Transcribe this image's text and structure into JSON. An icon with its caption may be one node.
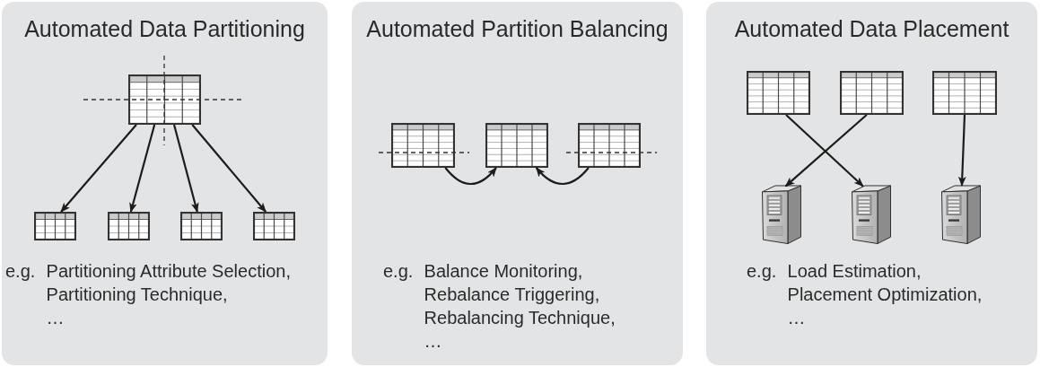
{
  "diagram": {
    "nodes": [
      {
        "text": [
          "Automated Data Partitioning",
          "e.g. Partitioning Attribute Selection, Partitioning Technique, …"
        ]
      },
      {
        "text": [],
        "shape": "table",
        "in": 0
      },
      {
        "text": [],
        "shape": "table",
        "in": 0
      },
      {
        "text": [],
        "shape": "table",
        "in": 0
      },
      {
        "text": [],
        "shape": "table",
        "in": 0
      },
      {
        "text": [],
        "shape": "table",
        "in": 0
      },
      {
        "text": [
          "Automated Partition Balancing",
          "e.g. Balance Monitoring, Rebalance Triggering, Rebalancing Technique, …"
        ]
      },
      {
        "text": [],
        "shape": "table",
        "in": 6
      },
      {
        "text": [],
        "shape": "table",
        "in": 6
      },
      {
        "text": [],
        "shape": "table",
        "in": 6
      },
      {
        "text": [
          "Automated Data Placement",
          "e.g. Load Estimation, Placement Optimization, …"
        ]
      },
      {
        "text": [],
        "shape": "table",
        "in": 10
      },
      {
        "text": [],
        "shape": "table",
        "in": 10
      },
      {
        "text": [],
        "shape": "table",
        "in": 10
      },
      {
        "text": [],
        "shape": "server",
        "in": 10
      },
      {
        "text": [],
        "shape": "server",
        "in": 10
      },
      {
        "text": [],
        "shape": "server",
        "in": 10
      }
    ],
    "edges": [
      {
        "from": 1,
        "to": 2,
        "arrow": "to"
      },
      {
        "from": 1,
        "to": 3,
        "arrow": "to"
      },
      {
        "from": 1,
        "to": 4,
        "arrow": "to"
      },
      {
        "from": 1,
        "to": 5,
        "arrow": "to"
      },
      {
        "from": 7,
        "to": 8,
        "arrow": "to"
      },
      {
        "from": 9,
        "to": 8,
        "arrow": "to"
      },
      {
        "from": 11,
        "to": 15,
        "arrow": "to"
      },
      {
        "from": 12,
        "to": 14,
        "arrow": "to"
      },
      {
        "from": 13,
        "to": 16,
        "arrow": "to"
      }
    ]
  }
}
